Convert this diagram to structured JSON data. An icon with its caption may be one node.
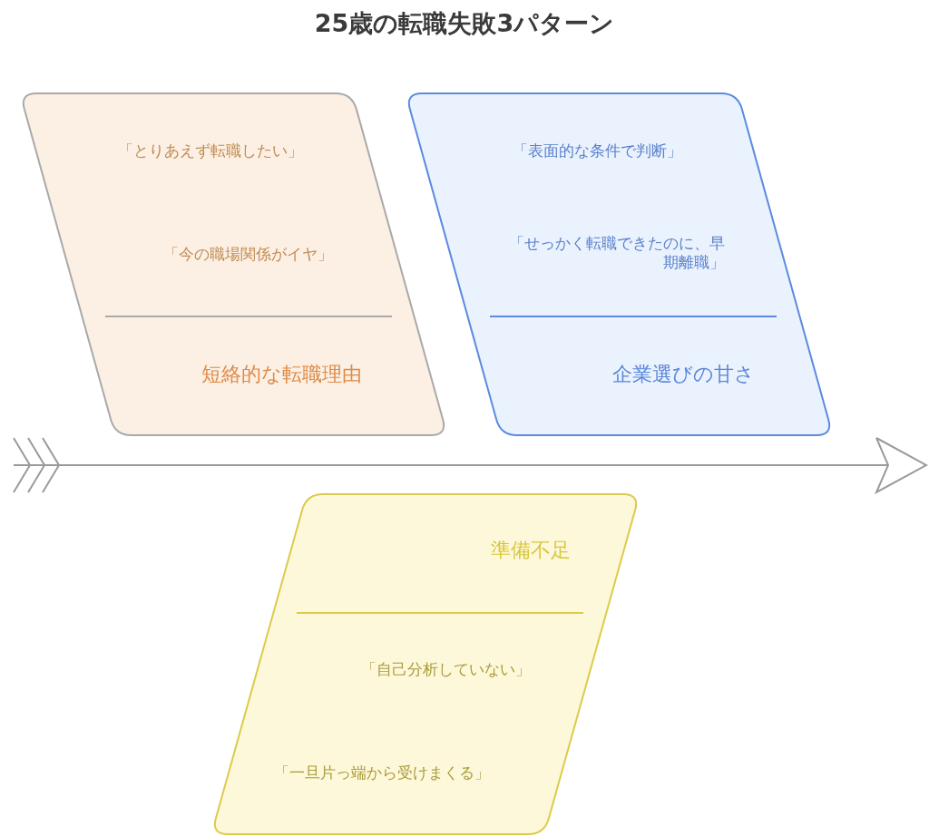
{
  "diagram": {
    "title": "25歳の転職失敗3パターン",
    "nodes": [
      {
        "text": [
          "「とりあえず転職したい」",
          "「今の職場関係がイヤ」",
          "短絡的な転職理由"
        ]
      },
      {
        "text": [
          "「表面的な条件で判断」",
          "「せっかく転職できたのに、早期離職」",
          "企業選びの甘さ"
        ]
      },
      {
        "text": [
          "準備不足",
          "「自己分析していない」",
          "「一旦片っ端から受けまくる」"
        ]
      }
    ]
  }
}
